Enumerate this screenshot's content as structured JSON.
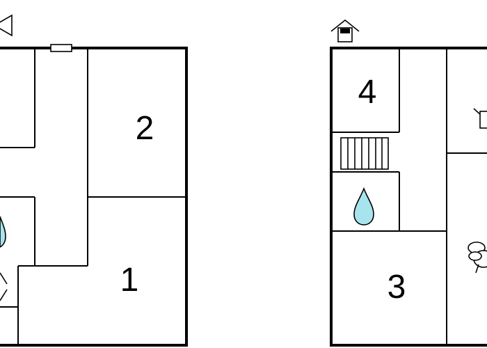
{
  "rooms": [
    {
      "id": "room-1",
      "label": "1"
    },
    {
      "id": "room-2",
      "label": "2"
    },
    {
      "id": "room-3",
      "label": "3"
    },
    {
      "id": "room-4",
      "label": "4"
    }
  ],
  "icons": [
    {
      "name": "speaker-icon"
    },
    {
      "name": "window-icon"
    },
    {
      "name": "house-icon"
    },
    {
      "name": "water-drop-icon"
    },
    {
      "name": "stairs-icon"
    },
    {
      "name": "kitchen-pot-icon"
    },
    {
      "name": "dining-table-icon"
    }
  ],
  "colors": {
    "wall": "#000000",
    "background": "#ffffff",
    "water_drop": "#a8e4ee"
  }
}
